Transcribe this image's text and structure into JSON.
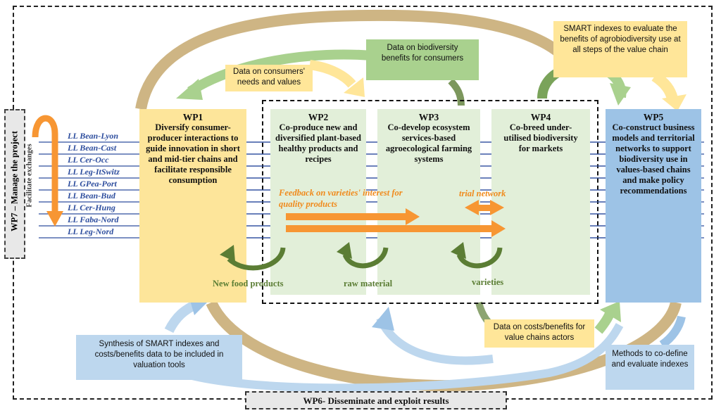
{
  "colors": {
    "wp1_fill": "#fde59a",
    "wp234_fill": "#e2efd9",
    "wp5_fill": "#9dc3e6",
    "green_box": "#a9d18e",
    "yellow_box": "#ffe699",
    "blue_box": "#bdd7ee",
    "lines": "#2e4e9e",
    "orange": "#f79633",
    "green_arrow": "#5b7d34",
    "tan_arrow": "#c6a86e"
  },
  "header": {
    "partial_title": ""
  },
  "wp7": {
    "label": "WP7 – Manage the project",
    "sublabel": "Facilitate exchanges"
  },
  "wp6": {
    "label": "WP6- Disseminate and exploit results"
  },
  "wp1": {
    "title": "WP1",
    "text": "Diversify consumer-producer interactions to guide innovation in short and mid-tier chains and facilitate responsible consumption"
  },
  "wp2": {
    "title": "WP2",
    "text": "Co-produce new and diversified plant-based healthy products and recipes"
  },
  "wp3": {
    "title": "WP3",
    "text": "Co-develop ecosystem services-based agroecological farming systems"
  },
  "wp4": {
    "title": "WP4",
    "text": "Co-breed under-utilised biodiversity for markets"
  },
  "wp5": {
    "title": "WP5",
    "text": "Co-construct business models and territorial networks to support biodiversity use in values-based chains and make policy recommendations"
  },
  "living_labs": [
    "LL Bean-Lyon",
    "LL Bean-Cast",
    "LL Cer-Occ",
    "LL Leg-ItSwitz",
    "LL GPea-Port",
    "LL Bean-Bud",
    "LL Cer-Hung",
    "LL Faba-Nord",
    "LL Leg-Nord"
  ],
  "notes": {
    "consumers_needs": "Data on consumers' needs and values",
    "biodiversity_benefits": "Data on biodiversity benefits for consumers",
    "smart_indexes": "SMART indexes to evaluate the benefits of agrobiodiversity use at all steps of the value chain",
    "costs_benefits": "Data on costs/benefits for value chains actors",
    "synthesis": "Synthesis of SMART indexes and costs/benefits data to be included in valuation tools",
    "methods": "Methods to co-define and evaluate indexes"
  },
  "flows": {
    "feedback": "Feedback on varieties' interest for quality products",
    "trial_network": "trial network",
    "new_food_products": "New food products",
    "raw_material": "raw material",
    "varieties": "varieties"
  }
}
